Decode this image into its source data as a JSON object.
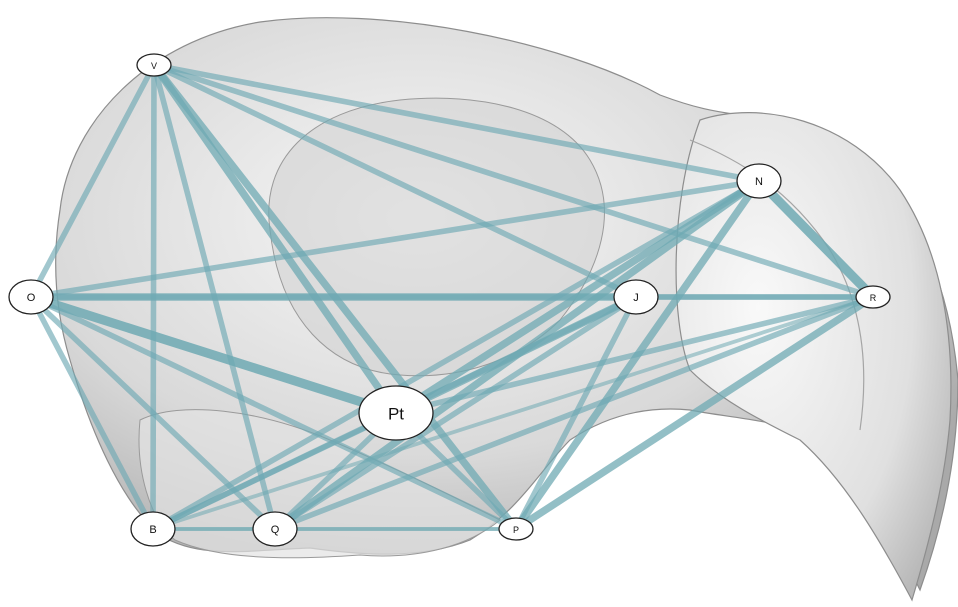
{
  "diagram": {
    "nodes": [
      {
        "id": "V",
        "label": "V",
        "size": "small"
      },
      {
        "id": "O",
        "label": "O",
        "size": "medium"
      },
      {
        "id": "N",
        "label": "N",
        "size": "medium"
      },
      {
        "id": "J",
        "label": "J",
        "size": "medium"
      },
      {
        "id": "R",
        "label": "R",
        "size": "small"
      },
      {
        "id": "Pt",
        "label": "Pt",
        "size": "large"
      },
      {
        "id": "B",
        "label": "B",
        "size": "medium"
      },
      {
        "id": "Q",
        "label": "Q",
        "size": "medium"
      },
      {
        "id": "P",
        "label": "P",
        "size": "small"
      }
    ],
    "edges": [
      {
        "from": "V",
        "to": "O",
        "weight": 2
      },
      {
        "from": "V",
        "to": "B",
        "weight": 2
      },
      {
        "from": "V",
        "to": "Q",
        "weight": 2
      },
      {
        "from": "V",
        "to": "Pt",
        "weight": 3
      },
      {
        "from": "V",
        "to": "P",
        "weight": 3
      },
      {
        "from": "V",
        "to": "N",
        "weight": 2
      },
      {
        "from": "V",
        "to": "J",
        "weight": 2
      },
      {
        "from": "V",
        "to": "R",
        "weight": 2
      },
      {
        "from": "O",
        "to": "J",
        "weight": 3
      },
      {
        "from": "O",
        "to": "R",
        "weight": 2
      },
      {
        "from": "O",
        "to": "N",
        "weight": 2
      },
      {
        "from": "O",
        "to": "Pt",
        "weight": 4
      },
      {
        "from": "O",
        "to": "B",
        "weight": 2
      },
      {
        "from": "O",
        "to": "Q",
        "weight": 2
      },
      {
        "from": "O",
        "to": "P",
        "weight": 2
      },
      {
        "from": "N",
        "to": "R",
        "weight": 4
      },
      {
        "from": "N",
        "to": "Pt",
        "weight": 3
      },
      {
        "from": "N",
        "to": "Q",
        "weight": 3
      },
      {
        "from": "N",
        "to": "P",
        "weight": 3
      },
      {
        "from": "N",
        "to": "B",
        "weight": 2
      },
      {
        "from": "J",
        "to": "Pt",
        "weight": 3
      },
      {
        "from": "J",
        "to": "Q",
        "weight": 2
      },
      {
        "from": "J",
        "to": "P",
        "weight": 2
      },
      {
        "from": "J",
        "to": "R",
        "weight": 2
      },
      {
        "from": "J",
        "to": "B",
        "weight": 2
      },
      {
        "from": "R",
        "to": "Pt",
        "weight": 2
      },
      {
        "from": "R",
        "to": "P",
        "weight": 3
      },
      {
        "from": "R",
        "to": "Q",
        "weight": 2
      },
      {
        "from": "R",
        "to": "B",
        "weight": 1
      },
      {
        "from": "Pt",
        "to": "B",
        "weight": 2
      },
      {
        "from": "Pt",
        "to": "Q",
        "weight": 2
      },
      {
        "from": "Pt",
        "to": "P",
        "weight": 2
      },
      {
        "from": "B",
        "to": "Q",
        "weight": 1
      },
      {
        "from": "Q",
        "to": "P",
        "weight": 1
      },
      {
        "from": "B",
        "to": "P",
        "weight": 1
      }
    ],
    "colors": {
      "edge": "#6fa9b3",
      "node_fill": "#ffffff",
      "node_stroke": "#222222",
      "background_specimen": "#dcdcdc"
    }
  }
}
